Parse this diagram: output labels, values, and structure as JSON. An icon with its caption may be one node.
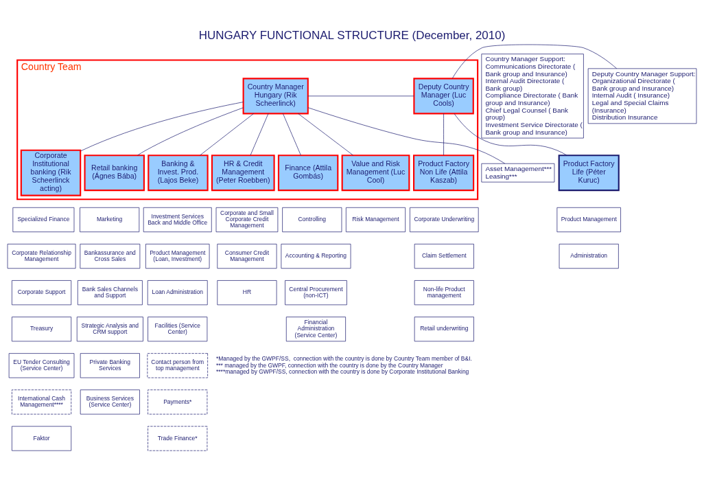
{
  "diagram": {
    "title": "HUNGARY FUNCTIONAL STRUCTURE (December, 2010)",
    "nodes": [
      {
        "text": [
          "Country Team"
        ]
      },
      {
        "text": [
          "Country Manager Hungary (Rik Scheerlinck)"
        ],
        "in": 0
      },
      {
        "text": [
          "Country Manager Support:",
          "Communications Directorate ( Bank group and Insurance)",
          "Internal Audit Directorate ( Bank group)",
          "Compliance Directorate ( Bank group and Insurance)",
          "Chief Legal Counsel ( Bank group)",
          "Investment Service Directorate ( Bank group and Insurance)"
        ]
      },
      {
        "text": [
          "Asset Management***",
          "Leasing***"
        ]
      },
      {
        "text": [
          "Deputy Country Manager (Luc Cools)"
        ],
        "in": 0
      },
      {
        "text": [
          "Deputy Country Manager Support:",
          "Organizational Directorate ( Bank group and Insurance)",
          "Internal Audit ( Insurance)",
          "Legal and Special Claims (Insurance)",
          "Distribution Insurance"
        ]
      },
      {
        "text": [
          "Corporate Institutional banking (Rik Scheerlinck acting)"
        ],
        "in": 0
      },
      {
        "text": [
          "Retail banking (Ágnes Bába)"
        ],
        "in": 0
      },
      {
        "text": [
          "Banking & Invest. Prod. (Lajos Beke)"
        ],
        "in": 0
      },
      {
        "text": [
          "HR & Credit Management (Peter Roebben)"
        ],
        "in": 0
      },
      {
        "text": [
          "Finance (Attila Gombás)"
        ],
        "in": 0
      },
      {
        "text": [
          "Value and Risk Management (Luc Cool)"
        ],
        "in": 0
      },
      {
        "text": [
          "Product Factory Non Life (Attila Kaszab)"
        ],
        "in": 0
      },
      {
        "text": [
          "Product Factory Life (Péter Kuruc)"
        ]
      },
      {
        "text": [
          "Specialized Finance"
        ]
      },
      {
        "text": [
          "Corporate Relationship Management"
        ]
      },
      {
        "text": [
          "Corporate Support"
        ]
      },
      {
        "text": [
          "Treasury"
        ]
      },
      {
        "text": [
          "EU Tender Consulting (Service Center)"
        ]
      },
      {
        "text": [
          "International Cash Management****"
        ]
      },
      {
        "text": [
          "Faktor"
        ]
      },
      {
        "text": [
          "Marketing"
        ]
      },
      {
        "text": [
          "Bankassurance and Cross Sales"
        ]
      },
      {
        "text": [
          "Bank Sales Channels and Support"
        ]
      },
      {
        "text": [
          "Strategic Analysis and CRM support"
        ]
      },
      {
        "text": [
          "Private Banking Services"
        ]
      },
      {
        "text": [
          "Business Services (Service Center)"
        ]
      },
      {
        "text": [
          "Investment Services Back and Middle Office"
        ]
      },
      {
        "text": [
          "Product Management (Loan, Investment)"
        ]
      },
      {
        "text": [
          "Loan Administration"
        ]
      },
      {
        "text": [
          "Facilities (Service Center)"
        ]
      },
      {
        "text": [
          "Contact person from top management"
        ]
      },
      {
        "text": [
          "Payments*"
        ]
      },
      {
        "text": [
          "Trade Finance*"
        ]
      },
      {
        "text": [
          "Corporate and Small Corporate Credit Management"
        ]
      },
      {
        "text": [
          "Consumer Credit Management"
        ]
      },
      {
        "text": [
          "HR"
        ]
      },
      {
        "text": [
          "Controlling"
        ]
      },
      {
        "text": [
          "Accounting & Reporting"
        ]
      },
      {
        "text": [
          "Central Procurement (non-ICT)"
        ]
      },
      {
        "text": [
          "Financial Administration (Service Center)"
        ]
      },
      {
        "text": [
          "Risk Management"
        ]
      },
      {
        "text": [
          "Corporate Underwriting"
        ]
      },
      {
        "text": [
          "Claim Settlement"
        ]
      },
      {
        "text": [
          "Non-life Product management"
        ]
      },
      {
        "text": [
          "Retail underwriting"
        ]
      },
      {
        "text": [
          "Product Management"
        ]
      },
      {
        "text": [
          "Administration"
        ]
      }
    ],
    "edges": [
      {
        "from": 1,
        "to": 3,
        "arrow": "none"
      },
      {
        "from": 1,
        "to": 4,
        "arrow": "none"
      },
      {
        "from": 4,
        "to": 5,
        "arrow": "none"
      },
      {
        "from": 1,
        "to": 6,
        "arrow": "none"
      },
      {
        "from": 1,
        "to": 7,
        "arrow": "none"
      },
      {
        "from": 1,
        "to": 8,
        "arrow": "none"
      },
      {
        "from": 1,
        "to": 9,
        "arrow": "none"
      },
      {
        "from": 1,
        "to": 10,
        "arrow": "none"
      },
      {
        "from": 1,
        "to": 11,
        "arrow": "none"
      },
      {
        "from": 4,
        "to": 12,
        "arrow": "none"
      },
      {
        "from": 4,
        "to": 13,
        "arrow": "none"
      }
    ],
    "labels": [
      "*Managed by the GWPF/SS,  connection with the country is done by Country Team member of B&I.",
      "*** managed by the GWPF, connection with the country is done by the Country Manager",
      "****managed by GWPF/SS, connection with the country is done by Corporate Institutional Banking"
    ]
  }
}
